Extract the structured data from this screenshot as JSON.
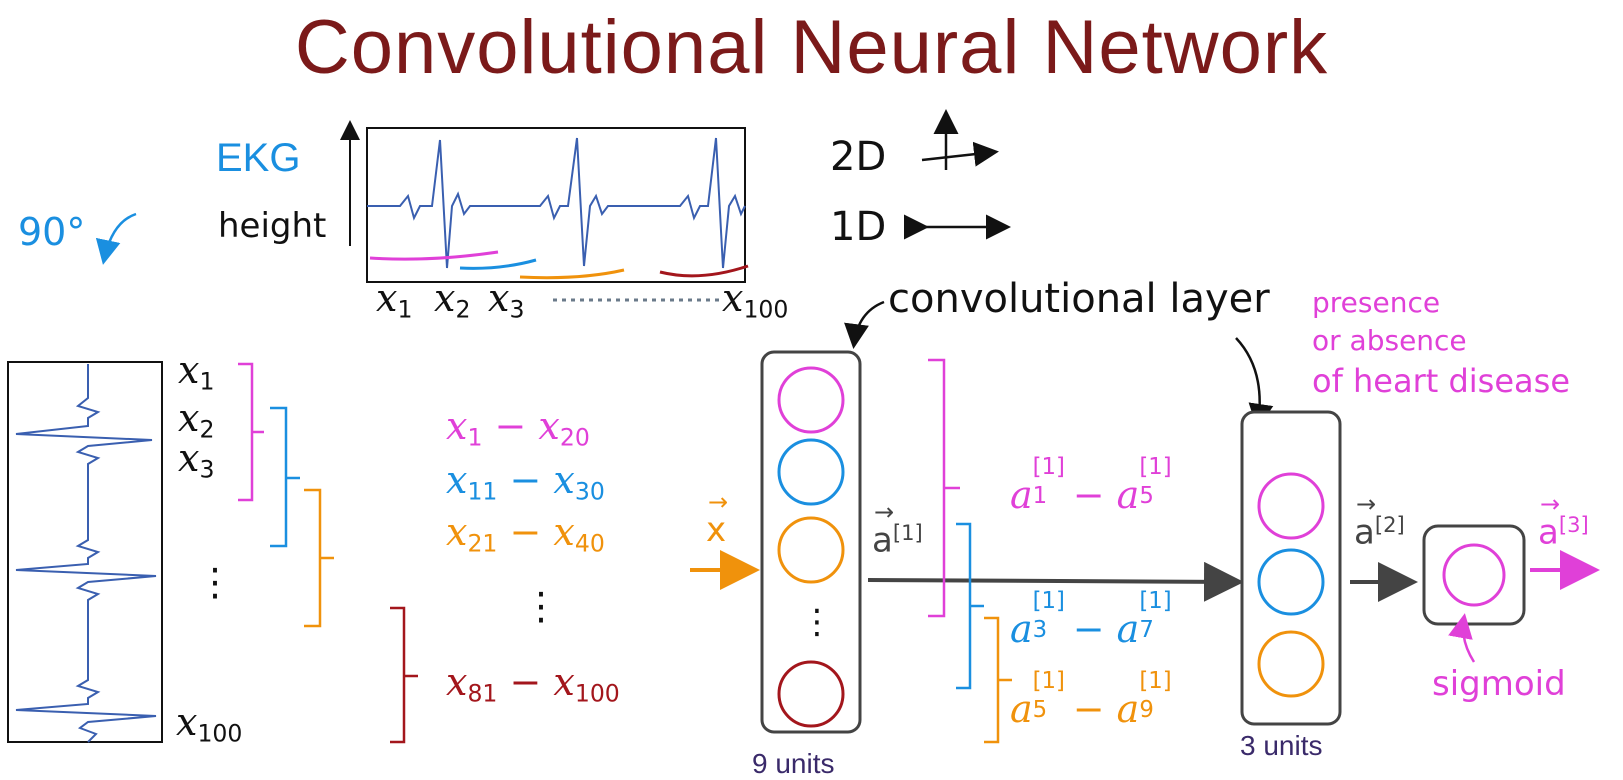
{
  "title": "Convolutional Neural Network",
  "ekg_panel": {
    "label": "EKG",
    "axis_label": "height",
    "rotation_note": "90°",
    "time_labels": {
      "x": "x",
      "s1": "1",
      "s2": "2",
      "s3": "3",
      "s100": "100"
    }
  },
  "dimension_notes": {
    "two_d": "2D",
    "one_d": "1D"
  },
  "input_list": {
    "x": "x",
    "items": [
      {
        "sub": "1"
      },
      {
        "sub": "2"
      },
      {
        "sub": "3"
      }
    ],
    "ellipsis": "⋮",
    "last_sub": "100"
  },
  "windows": [
    {
      "from": "1",
      "to": "20",
      "color": "#e040d8"
    },
    {
      "from": "11",
      "to": "30",
      "color": "#1a8fe0"
    },
    {
      "from": "21",
      "to": "40",
      "color": "#f0920c"
    },
    {
      "from": "81",
      "to": "100",
      "color": "#a3161c"
    }
  ],
  "windows_ellipsis": "⋮",
  "network": {
    "input_label": "x",
    "layer1_output": "a",
    "layer1_sup": "[1]",
    "layer2_output": "a",
    "layer2_sup": "[2]",
    "layer3_output": "a",
    "layer3_sup": "[3]",
    "conv_label": "convolutional layer",
    "sigmoid_label": "sigmoid",
    "output_label_lines": [
      "presence",
      "or absence",
      "of heart disease"
    ],
    "layer1_units": "9 units",
    "layer2_units": "3 units",
    "layer1_ellipsis": "⋮",
    "layer2_ranges": [
      {
        "from": "1",
        "to": "5"
      },
      {
        "from": "3",
        "to": "7"
      },
      {
        "from": "5",
        "to": "9"
      }
    ]
  },
  "colors": {
    "title": "#7b1a1a",
    "magenta": "#e040d8",
    "blue": "#1a8fe0",
    "orange": "#f0920c",
    "dark_red": "#a3161c",
    "signal": "#3a5fb0",
    "gray": "#444444",
    "units": "#3a2a6a"
  }
}
